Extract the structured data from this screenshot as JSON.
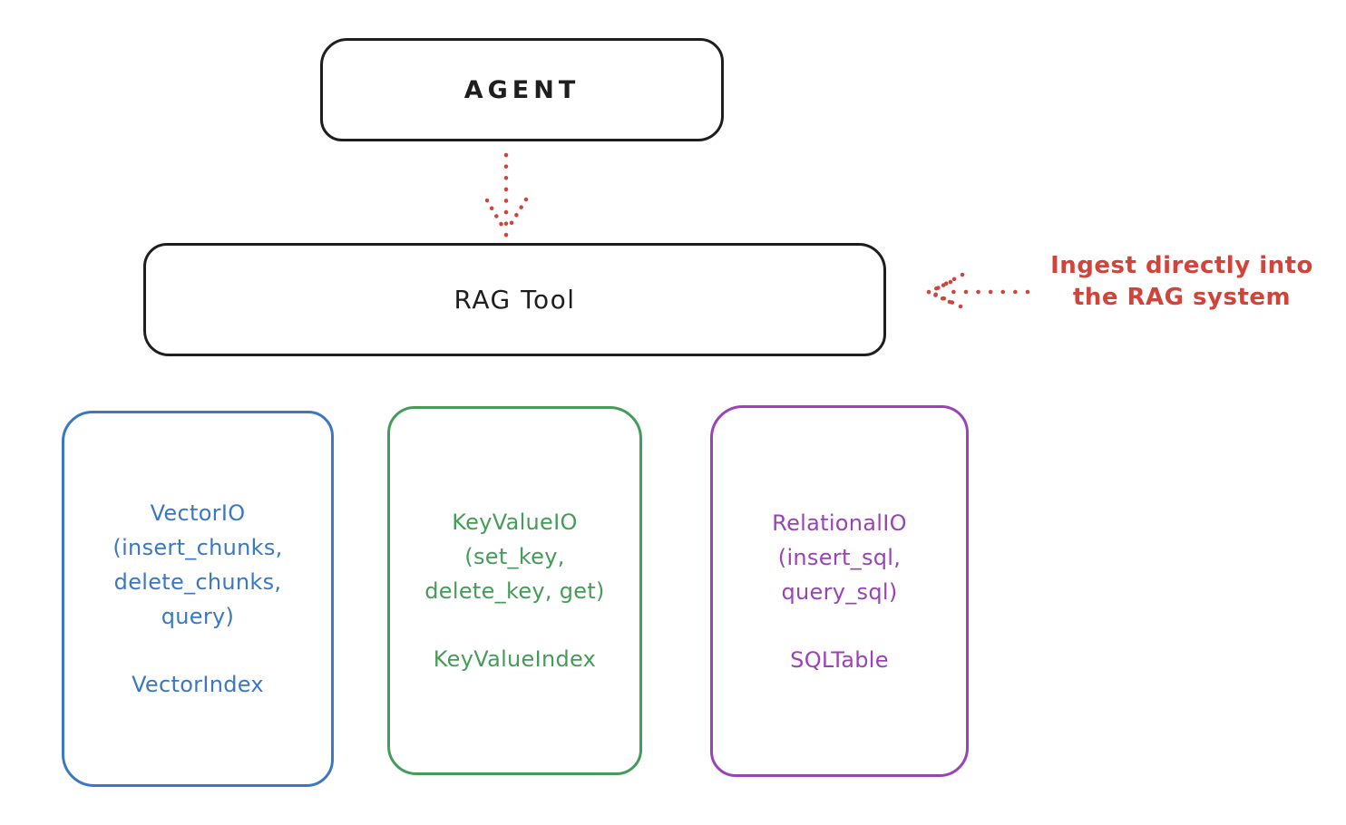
{
  "diagram": {
    "agent": {
      "label": "AGENT"
    },
    "rag_tool": {
      "label": "RAG Tool"
    },
    "annotation": {
      "text": "Ingest directly into\nthe RAG system"
    },
    "backends": [
      {
        "body": "VectorIO\n(insert_chunks,\ndelete_chunks,\nquery)",
        "index": "VectorIndex",
        "color": "#3b78c4"
      },
      {
        "body": "KeyValueIO\n(set_key,\ndelete_key, get)",
        "index": "KeyValueIndex",
        "color": "#459c58"
      },
      {
        "body": "RelationalIO\n(insert_sql,\nquery_sql)",
        "index": "SQLTable",
        "color": "#9a43b5"
      }
    ],
    "connectors": [
      {
        "name": "agent-to-rag-arrow",
        "style": "dotted-arrow-down",
        "color": "#d0443c"
      },
      {
        "name": "annotation-to-rag-arrow",
        "style": "dotted-arrow-left",
        "color": "#d0443c"
      }
    ],
    "colors": {
      "ink": "#1e1e1e",
      "red": "#d0443c",
      "blue": "#3b78c4",
      "green": "#459c58",
      "purple": "#9a43b5",
      "background": "#ffffff"
    }
  }
}
